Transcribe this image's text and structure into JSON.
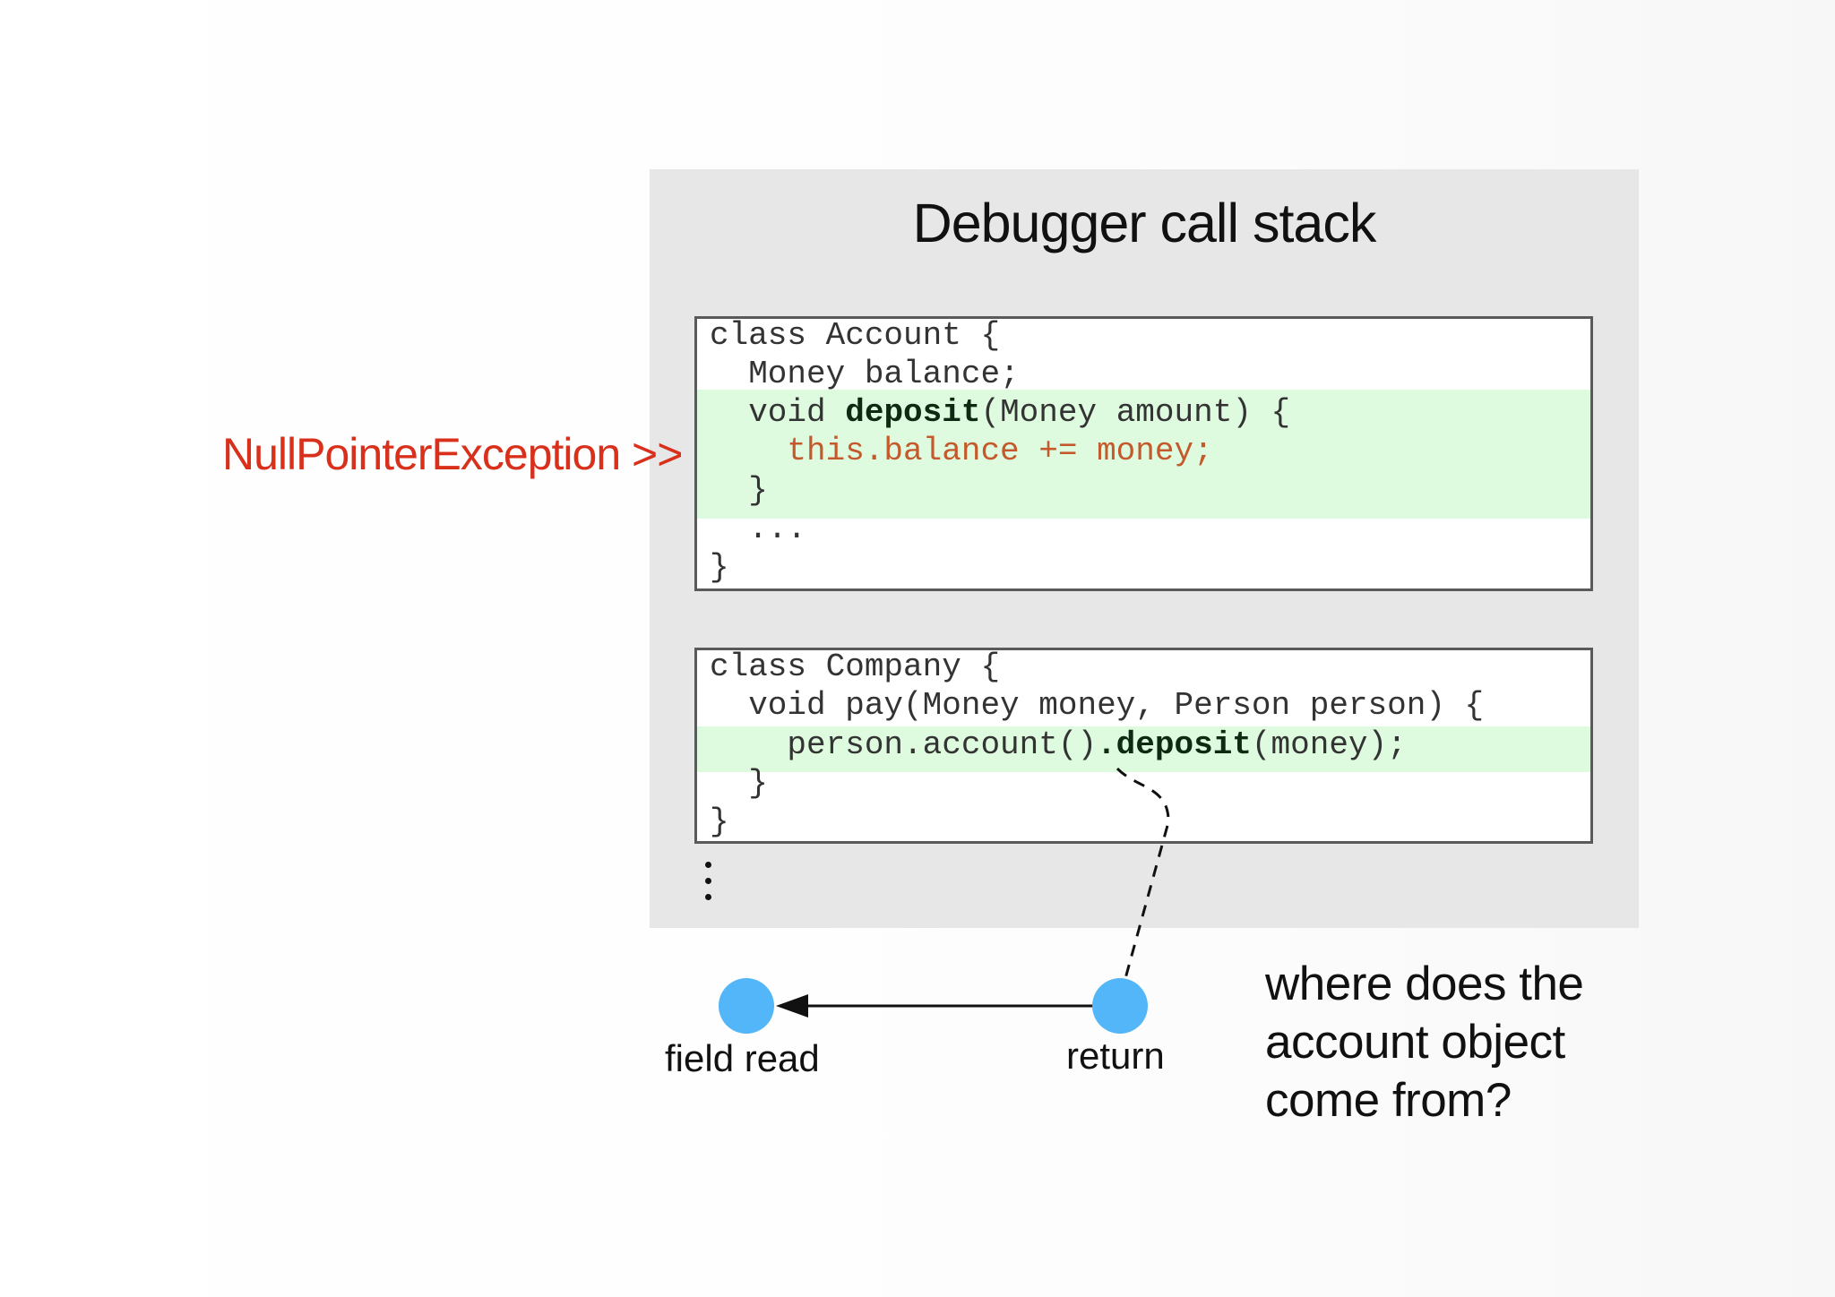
{
  "panel": {
    "title": "Debugger call stack"
  },
  "exception_label": "NullPointerException >>",
  "account_frame": {
    "line1": "class Account {",
    "line2": "  Money balance;",
    "line3_pre": "  void ",
    "line3_bold": "deposit",
    "line3_post": "(Money amount) {",
    "line4": "    this.balance += money;",
    "line5": "  }",
    "line6": "  ...",
    "line7": "}"
  },
  "company_frame": {
    "line1": "class Company {",
    "line2": "  void pay(Money money, Person person) {",
    "line3_pre": "    person.account()",
    "line3_bold": ".deposit",
    "line3_post": "(money);",
    "line4": "  }",
    "line5": "}"
  },
  "nodes": {
    "field_read": "field read",
    "return": "return"
  },
  "question": {
    "line1": "where does the",
    "line2": "account object",
    "line3": "come from?"
  },
  "colors": {
    "node": "#53b6f8",
    "exception": "#d9301c",
    "highlight": "#dffbdf",
    "panel": "#e7e7e8"
  }
}
